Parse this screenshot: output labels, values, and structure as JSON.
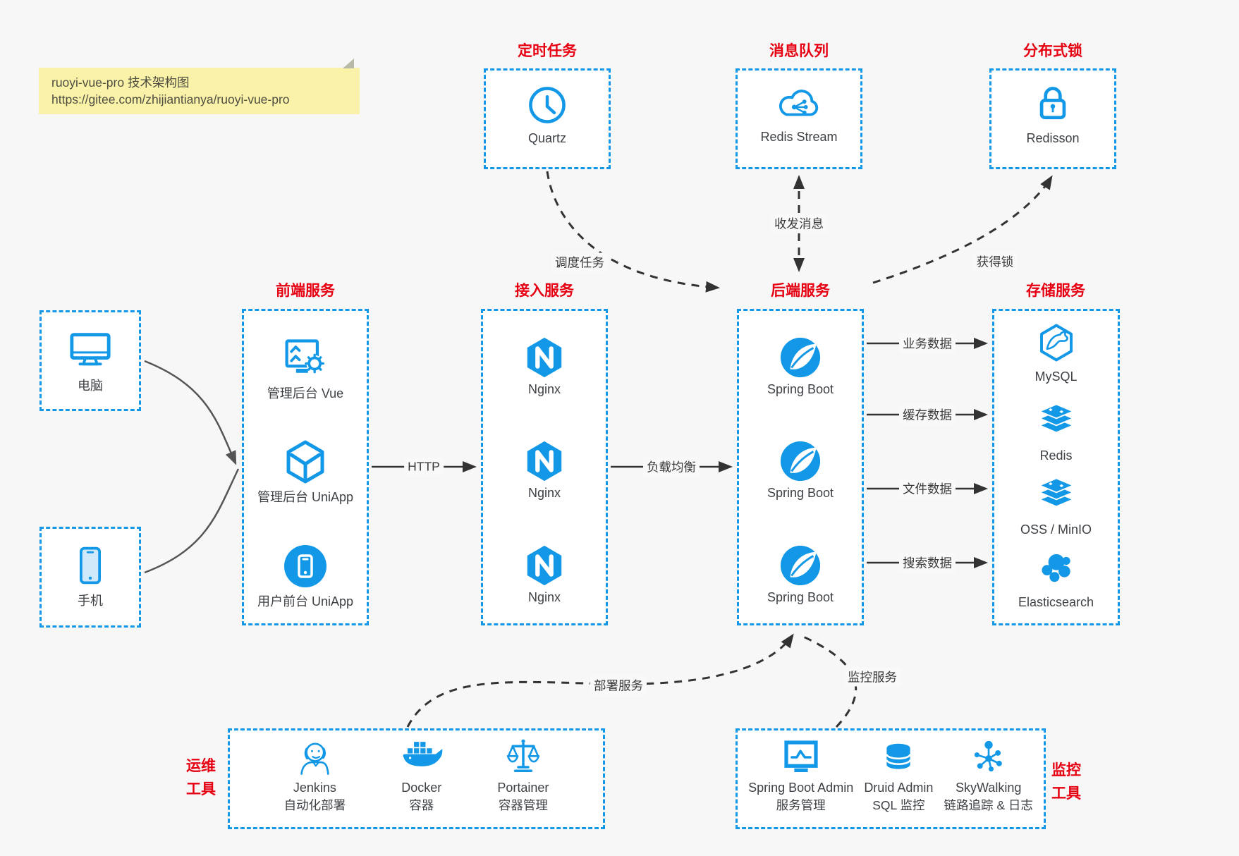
{
  "note": {
    "line1": "ruoyi-vue-pro 技术架构图",
    "line2": "https://gitee.com/zhijiantianya/ruoyi-vue-pro"
  },
  "top_sections": [
    {
      "title": "定时任务",
      "item": {
        "label": "Quartz",
        "icon": "clock-icon"
      }
    },
    {
      "title": "消息队列",
      "item": {
        "label": "Redis Stream",
        "icon": "cloud-share-icon"
      }
    },
    {
      "title": "分布式锁",
      "item": {
        "label": "Redisson",
        "icon": "lock-icon"
      }
    }
  ],
  "clients": [
    {
      "label": "电脑",
      "icon": "desktop-icon"
    },
    {
      "label": "手机",
      "icon": "phone-icon"
    }
  ],
  "columns": [
    {
      "title": "前端服务",
      "items": [
        {
          "label": "管理后台 Vue",
          "icon": "admin-vue-icon"
        },
        {
          "label": "管理后台 UniApp",
          "icon": "uniapp-cube-icon"
        },
        {
          "label": "用户前台 UniApp",
          "icon": "user-app-icon"
        }
      ]
    },
    {
      "title": "接入服务",
      "items": [
        {
          "label": "Nginx",
          "icon": "nginx-icon"
        },
        {
          "label": "Nginx",
          "icon": "nginx-icon"
        },
        {
          "label": "Nginx",
          "icon": "nginx-icon"
        }
      ]
    },
    {
      "title": "后端服务",
      "items": [
        {
          "label": "Spring Boot",
          "icon": "spring-icon"
        },
        {
          "label": "Spring Boot",
          "icon": "spring-icon"
        },
        {
          "label": "Spring Boot",
          "icon": "spring-icon"
        }
      ]
    },
    {
      "title": "存储服务",
      "items": [
        {
          "label": "MySQL",
          "icon": "mysql-icon"
        },
        {
          "label": "Redis",
          "icon": "redis-stack-icon"
        },
        {
          "label": "OSS / MinIO",
          "icon": "redis-stack-icon"
        },
        {
          "label": "Elasticsearch",
          "icon": "elasticsearch-icon"
        }
      ]
    }
  ],
  "tool_sections": [
    {
      "title": [
        "运维",
        "工具"
      ],
      "items": [
        {
          "name": "Jenkins",
          "desc": "自动化部署",
          "icon": "jenkins-icon"
        },
        {
          "name": "Docker",
          "desc": "容器",
          "icon": "docker-icon"
        },
        {
          "name": "Portainer",
          "desc": "容器管理",
          "icon": "portainer-scales-icon"
        }
      ]
    },
    {
      "title": [
        "监控",
        "工具"
      ],
      "items": [
        {
          "name": "Spring Boot Admin",
          "desc": "服务管理",
          "icon": "springboot-admin-icon"
        },
        {
          "name": "Druid Admin",
          "desc": "SQL 监控",
          "icon": "druid-database-icon"
        },
        {
          "name": "SkyWalking",
          "desc": "链路追踪 & 日志",
          "icon": "skywalking-icon"
        }
      ]
    }
  ],
  "edges": {
    "http": "HTTP",
    "load_balance": "负载均衡",
    "schedule": "调度任务",
    "messaging": "收发消息",
    "lock": "获得锁",
    "business": "业务数据",
    "cache": "缓存数据",
    "file": "文件数据",
    "search": "搜索数据",
    "deploy": "部署服务",
    "monitor": "监控服务"
  },
  "colors": {
    "blue": "#1298e6",
    "red": "#e60012",
    "note_bg": "#faf2a8",
    "line_dark": "#333333",
    "line_gray": "#555555",
    "page_bg": "#f7f7f7"
  }
}
